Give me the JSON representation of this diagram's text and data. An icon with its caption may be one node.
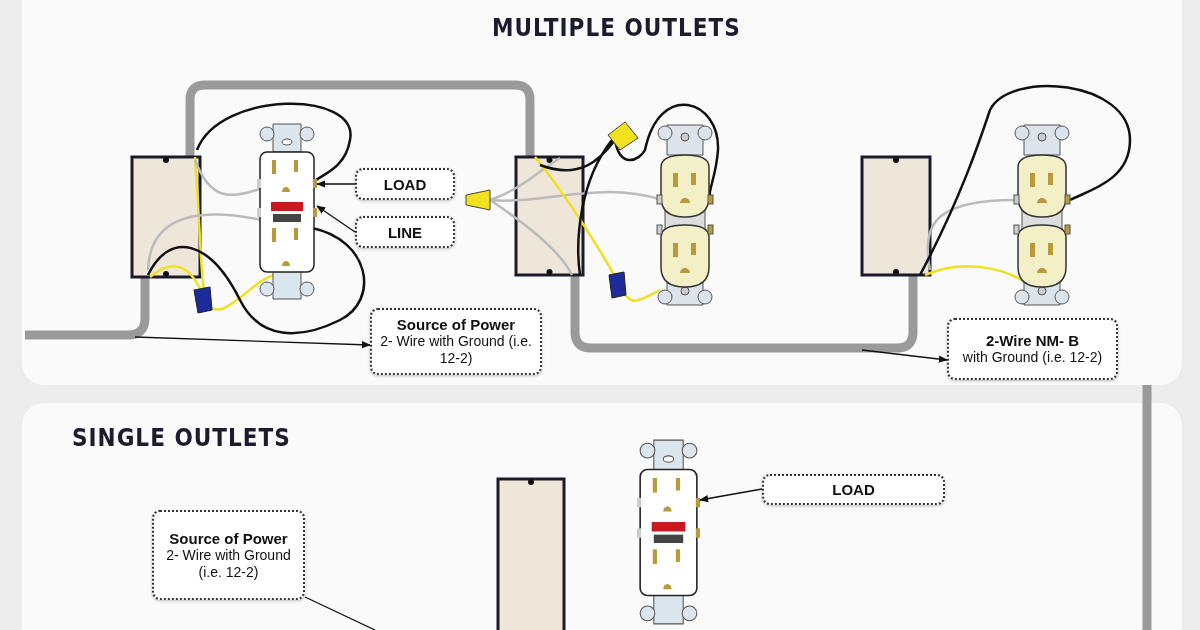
{
  "diagram": {
    "nodes": [
      {
        "text": [
          "LOAD"
        ]
      },
      {
        "text": [],
        "shape": "picture"
      },
      {
        "text": [
          "LINE"
        ]
      },
      {
        "text": [
          "Source of Power",
          "2- Wire with Ground (i.e. 12-2)"
        ]
      },
      {
        "text": [
          "2-Wire NM- B",
          "with Ground (i.e. 12-2)"
        ]
      },
      {
        "text": [
          "Source of Power",
          "2- Wire with Ground (i.e. 12-2)"
        ]
      },
      {
        "text": [
          "LOAD"
        ]
      },
      {
        "text": [],
        "shape": "picture"
      }
    ],
    "edges": [
      {
        "from": 0,
        "to": 1,
        "arrow": "to"
      },
      {
        "from": 2,
        "to": 1,
        "arrow": "to"
      },
      {
        "from": null,
        "to": 3,
        "arrow": "to"
      },
      {
        "from": null,
        "to": 4,
        "arrow": "to"
      },
      {
        "from": 6,
        "to": 7,
        "arrow": "to"
      },
      {
        "from": 5,
        "to": null,
        "arrow": "none"
      }
    ],
    "labels": [
      "MULTIPLE OUTLETS",
      "SINGLE OUTLETS"
    ]
  }
}
